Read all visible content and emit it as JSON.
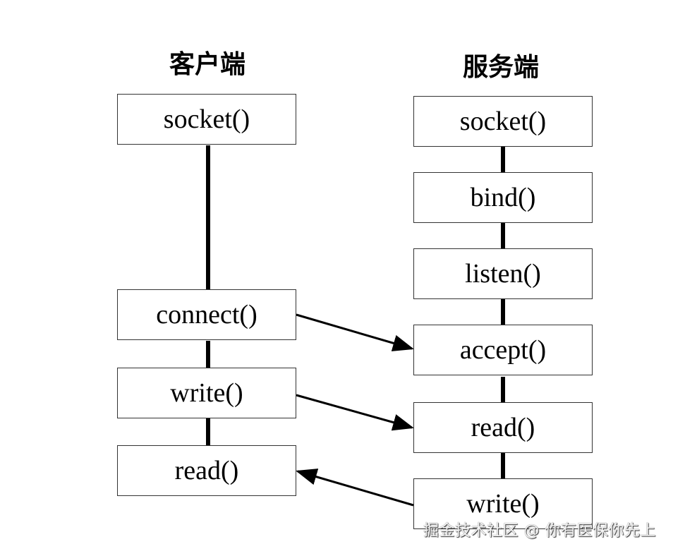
{
  "client": {
    "title": "客户端",
    "steps": [
      "socket()",
      "connect()",
      "write()",
      "read()"
    ]
  },
  "server": {
    "title": "服务端",
    "steps": [
      "socket()",
      "bind()",
      "listen()",
      "accept()",
      "read()",
      "write()"
    ]
  },
  "watermark": "掘金技术社区 @ 你有医保你先上"
}
